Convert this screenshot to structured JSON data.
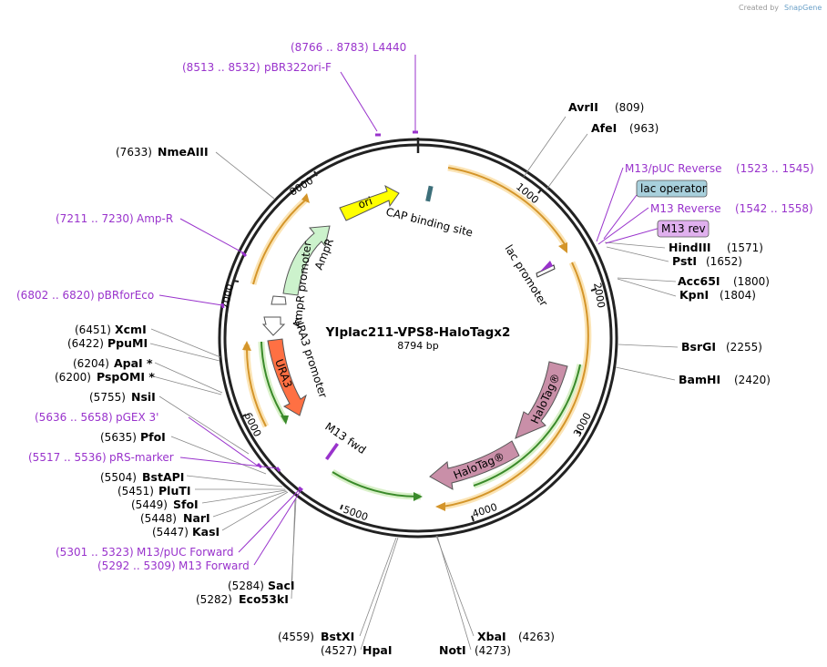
{
  "credit": {
    "created_by": "Created by",
    "brand": "SnapGene"
  },
  "plasmid": {
    "name": "YIplac211-VPS8-HaloTagx2",
    "length": "8794 bp",
    "total_bp": 8794
  },
  "ticks": [
    "1000",
    "2000",
    "3000",
    "4000",
    "5000",
    "6000",
    "7000",
    "8000"
  ],
  "sites": [
    {
      "name": "AvrII",
      "pos": "(809)"
    },
    {
      "name": "AfeI",
      "pos": "(963)"
    },
    {
      "name": "HindIII",
      "pos": "(1571)"
    },
    {
      "name": "PstI",
      "pos": "(1652)"
    },
    {
      "name": "Acc65I",
      "pos": "(1800)"
    },
    {
      "name": "KpnI",
      "pos": "(1804)"
    },
    {
      "name": "BsrGI",
      "pos": "(2255)"
    },
    {
      "name": "BamHI",
      "pos": "(2420)"
    },
    {
      "name": "XbaI",
      "pos": "(4263)"
    },
    {
      "name": "NotI",
      "pos": "(4273)"
    },
    {
      "name": "BstXI",
      "pos": "(4559)"
    },
    {
      "name": "HpaI",
      "pos": "(4527)"
    },
    {
      "name": "SacI",
      "pos": "(5284)"
    },
    {
      "name": "Eco53kI",
      "pos": "(5282)"
    },
    {
      "name": "KasI",
      "pos": "(5447)"
    },
    {
      "name": "NarI",
      "pos": "(5448)"
    },
    {
      "name": "SfoI",
      "pos": "(5449)"
    },
    {
      "name": "PluTI",
      "pos": "(5451)"
    },
    {
      "name": "BstAPI",
      "pos": "(5504)"
    },
    {
      "name": "PfoI",
      "pos": "(5635)"
    },
    {
      "name": "NsiI",
      "pos": "(5755)"
    },
    {
      "name": "PspOMI *",
      "pos": "(6200)"
    },
    {
      "name": "ApaI *",
      "pos": "(6204)"
    },
    {
      "name": "PpuMI",
      "pos": "(6422)"
    },
    {
      "name": "XcmI",
      "pos": "(6451)"
    },
    {
      "name": "NmeAIII",
      "pos": "(7633)"
    }
  ],
  "primers": [
    {
      "name": "L4440",
      "range": "(8766 .. 8783)"
    },
    {
      "name": "pBR322ori-F",
      "range": "(8513 .. 8532)"
    },
    {
      "name": "M13/pUC Reverse",
      "range": "(1523 .. 1545)"
    },
    {
      "name": "M13 Reverse",
      "range": "(1542 .. 1558)"
    },
    {
      "name": "Amp-R",
      "range": "(7211 .. 7230)"
    },
    {
      "name": "pBRforEco",
      "range": "(6802 .. 6820)"
    },
    {
      "name": "pGEX 3'",
      "range": "(5636 .. 5658)"
    },
    {
      "name": "pRS-marker",
      "range": "(5517 .. 5536)"
    },
    {
      "name": "M13/pUC Forward",
      "range": "(5301 .. 5323)"
    },
    {
      "name": "M13 Forward",
      "range": "(5292 .. 5309)"
    }
  ],
  "boxes": {
    "lac_operator": "lac operator",
    "m13_rev": "M13 rev"
  },
  "features": {
    "ori": "ori",
    "cap": "CAP binding site",
    "lac_promoter": "lac promoter",
    "ampr": "AmpR",
    "ampr_promoter": "AmpR promoter",
    "ura3_promoter": "URA3 promoter",
    "ura3": "URA3",
    "halotag1": "HaloTag®",
    "halotag2": "HaloTag®",
    "m13_fwd": "M13 fwd"
  },
  "colors": {
    "backbone": "#222222",
    "orf": "#d4952a",
    "orf_glow": "#fbe4b5",
    "green_orf": "#3a8a2a",
    "green_glow": "#d8f0c8",
    "primer": "#9933cc",
    "ori": "#ffff00",
    "ampr": "#ccf2cc",
    "ura3": "#ff7043",
    "halotag": "#c98fa8",
    "lac_operator_box": "#a8d0dc",
    "m13_rev_box": "#e0b0ee",
    "cap": "#3d6f7a"
  }
}
